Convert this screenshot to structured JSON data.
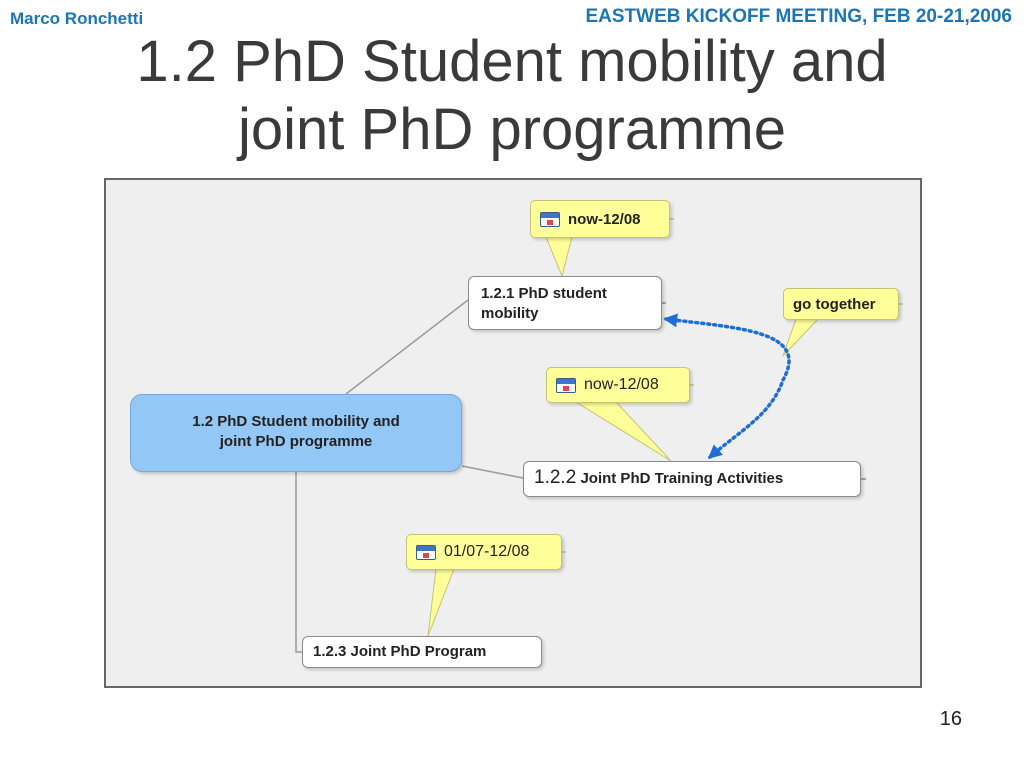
{
  "header": {
    "author": "Marco Ronchetti",
    "meeting": "EASTWEB KICKOFF MEETING, FEB 20-21,2006"
  },
  "title": {
    "line1": "1.2 PhD Student mobility and",
    "line2": "joint PhD programme"
  },
  "page_number": "16",
  "mindmap": {
    "root": {
      "line1": "1.2 PhD Student mobility and",
      "line2": "joint PhD programme"
    },
    "node_121": {
      "line1": "1.2.1 PhD student",
      "line2": "mobility"
    },
    "node_122": {
      "number": "1.2.2",
      "label": "Joint PhD Training Activities"
    },
    "node_123": {
      "label": "1.2.3 Joint PhD Program"
    },
    "callouts": [
      {
        "text": "now-12/08",
        "icon": "calendar-icon"
      },
      {
        "text": "now-12/08",
        "icon": "calendar-icon"
      },
      {
        "text": "01/07-12/08",
        "icon": "calendar-icon"
      }
    ],
    "relationship_note": "go together"
  },
  "colors": {
    "header_text": "#1c76b3",
    "root_fill": "#93c7f5",
    "callout_fill": "#ffff99",
    "relationship_arrow": "#1f6fd0"
  }
}
